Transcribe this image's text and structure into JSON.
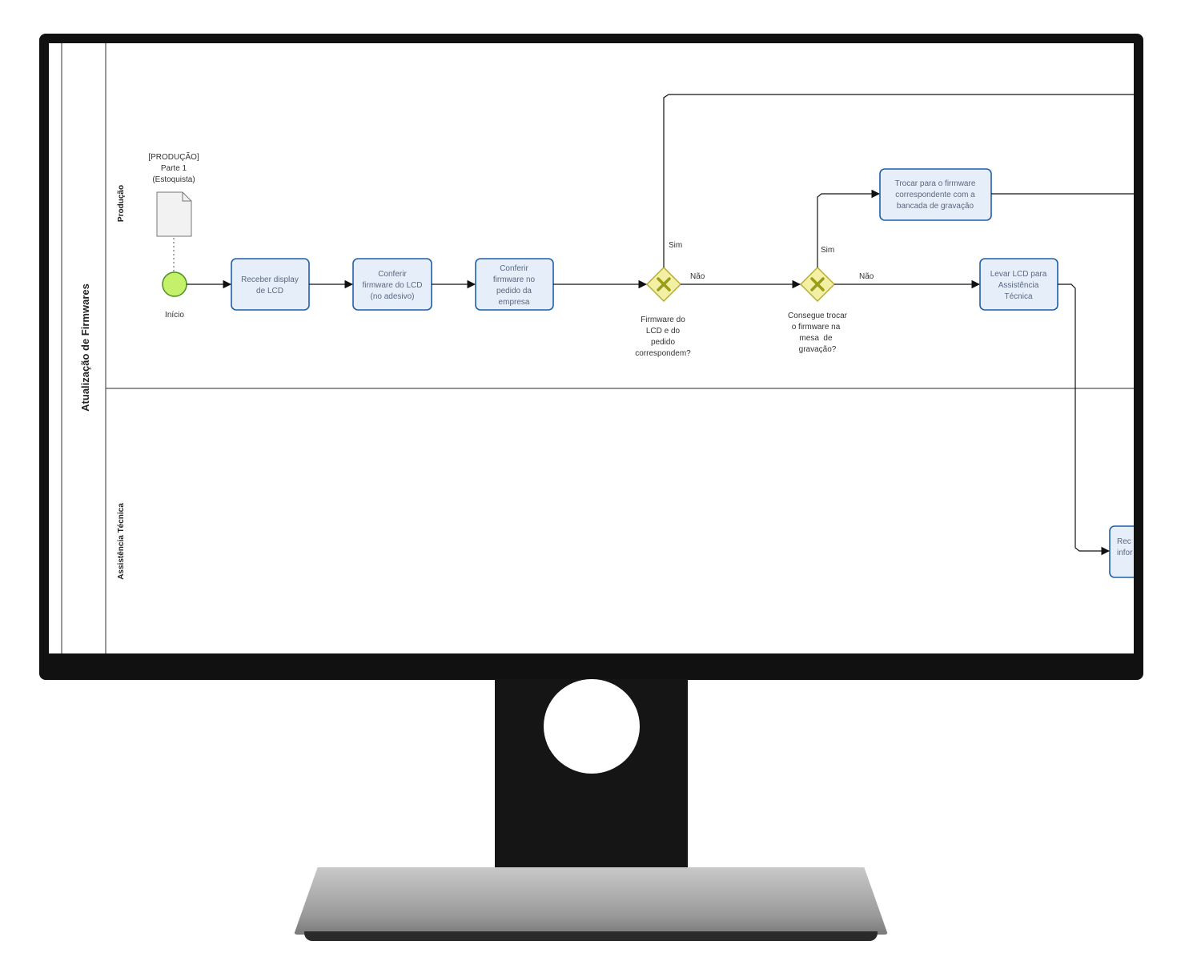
{
  "pool": {
    "title": "Atualização de Firmwares"
  },
  "lanes": [
    {
      "label": "Produção"
    },
    {
      "label": "Assistência Técnica"
    }
  ],
  "artifact": {
    "lines": [
      "[PRODUÇÃO]",
      "Parte 1",
      "(Estoquista)"
    ]
  },
  "start_event": {
    "label": "Início"
  },
  "tasks": [
    {
      "lines": [
        "Receber display",
        "de LCD"
      ]
    },
    {
      "lines": [
        "Conferir",
        "firmware do LCD",
        "(no adesivo)"
      ]
    },
    {
      "lines": [
        "Conferir",
        "firmware no",
        "pedido da",
        "empresa"
      ]
    },
    {
      "lines": [
        "Trocar para o firmware",
        "correspondente com a",
        "bancada de gravação"
      ]
    },
    {
      "lines": [
        "Levar LCD para",
        "Assistência",
        "Técnica"
      ]
    },
    {
      "lines": [
        "Rec",
        "infor"
      ]
    }
  ],
  "gateways": [
    {
      "lines": [
        "Firmware do",
        "LCD e do",
        "pedido",
        "correspondem?"
      ]
    },
    {
      "lines": [
        "Consegue trocar",
        "o firmware na",
        "mesa  de",
        "gravação?"
      ]
    }
  ],
  "flow_labels": {
    "yes": "Sim",
    "no": "Não"
  },
  "colors": {
    "task_fill": "#e6eefa",
    "task_stroke": "#1f5fa8",
    "start_fill": "#c5f06a",
    "start_stroke": "#4b8f1e",
    "gateway_fill": "#f3f0a6",
    "gateway_stroke": "#b6ae2f",
    "gateway_x": "#9a9d17"
  }
}
